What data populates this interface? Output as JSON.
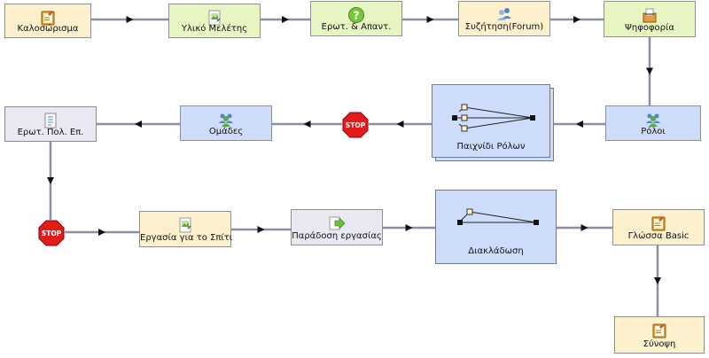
{
  "diagram": {
    "nodes": [
      {
        "id": "welcome",
        "label": "Καλοσώρισμα",
        "icon": "notepad-icon",
        "theme": "orange"
      },
      {
        "id": "study-material",
        "label": "Υλικό Μελέτης",
        "icon": "picture-doc-icon",
        "theme": "green"
      },
      {
        "id": "qa",
        "label": "Ερωτ. & Απαντ.",
        "icon": "question-icon",
        "theme": "green"
      },
      {
        "id": "forum",
        "label": "Συζήτηση(Forum)",
        "icon": "chat-people-icon",
        "theme": "orange"
      },
      {
        "id": "voting",
        "label": "Ψηφοφορία",
        "icon": "ballot-box-icon",
        "theme": "green"
      },
      {
        "id": "roles",
        "label": "Ρόλοι",
        "icon": "group-people-icon",
        "theme": "blue"
      },
      {
        "id": "role-play",
        "label": "Παιχνίδι Ρόλων",
        "icon": "branch-three-icon",
        "theme": "blue"
      },
      {
        "id": "groups",
        "label": "Ομάδες",
        "icon": "group-people-icon",
        "theme": "blue"
      },
      {
        "id": "mcq",
        "label": "Ερωτ. Πολ. Επ.",
        "icon": "checklist-icon",
        "theme": "lav"
      },
      {
        "id": "homework",
        "label": "Εργασία για το Σπίτι",
        "icon": "picture-doc-icon",
        "theme": "orange"
      },
      {
        "id": "submission",
        "label": "Παράδοση εργασίας",
        "icon": "submit-arrow-icon",
        "theme": "lav"
      },
      {
        "id": "branching",
        "label": "Διακλάδωση",
        "icon": "branch-two-icon",
        "theme": "blue"
      },
      {
        "id": "basic-lang",
        "label": "Γλώσσα Basic",
        "icon": "notepad-icon",
        "theme": "orange"
      },
      {
        "id": "summary",
        "label": "Σύνοψη",
        "icon": "notepad-icon",
        "theme": "orange"
      }
    ],
    "stops": [
      {
        "id": "stop1",
        "label": "STOP",
        "icon": "stop-sign-icon"
      },
      {
        "id": "stop2",
        "label": "STOP",
        "icon": "stop-sign-icon"
      }
    ],
    "edges": [
      [
        "welcome",
        "study-material"
      ],
      [
        "study-material",
        "qa"
      ],
      [
        "qa",
        "forum"
      ],
      [
        "forum",
        "voting"
      ],
      [
        "voting",
        "roles"
      ],
      [
        "roles",
        "role-play"
      ],
      [
        "role-play",
        "stop1"
      ],
      [
        "stop1",
        "groups"
      ],
      [
        "groups",
        "mcq"
      ],
      [
        "mcq",
        "stop2"
      ],
      [
        "stop2",
        "homework"
      ],
      [
        "homework",
        "submission"
      ],
      [
        "submission",
        "branching"
      ],
      [
        "branching",
        "basic-lang"
      ],
      [
        "basic-lang",
        "summary"
      ]
    ]
  },
  "colors": {
    "orange": "#fdf0cd",
    "green": "#e7f5c2",
    "blue": "#cddcfa",
    "lav": "#e9e9f4",
    "edge": "#8a8fa8",
    "arrow": "#111111",
    "stop": "#e31b1b"
  }
}
